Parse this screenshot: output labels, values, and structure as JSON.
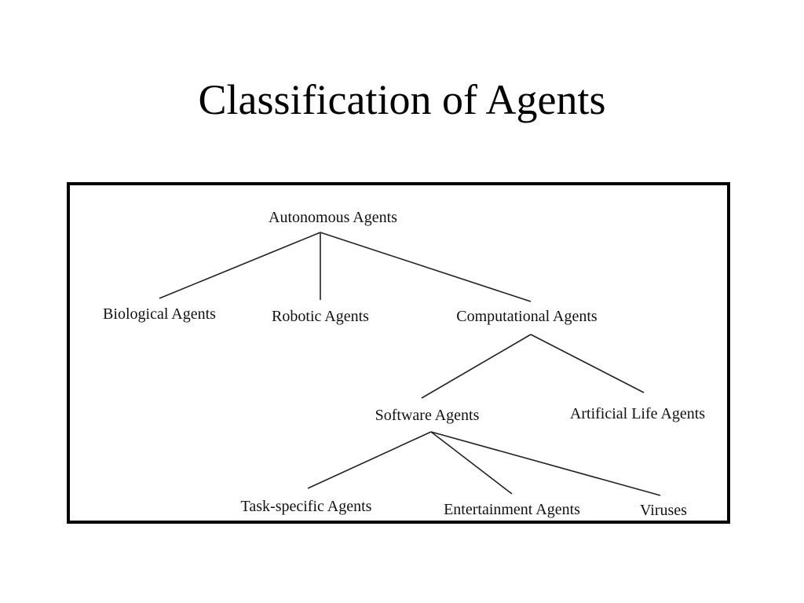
{
  "slide": {
    "title": "Classification of Agents"
  },
  "tree": {
    "root": "Autonomous Agents",
    "level1": [
      "Biological Agents",
      "Robotic Agents",
      "Computational Agents"
    ],
    "level2": [
      "Software Agents",
      "Artificial Life Agents"
    ],
    "level3": [
      "Task-specific Agents",
      "Entertainment Agents",
      "Viruses"
    ]
  },
  "colors": {
    "line": "#222222",
    "border": "#000000",
    "background": "#ffffff"
  }
}
